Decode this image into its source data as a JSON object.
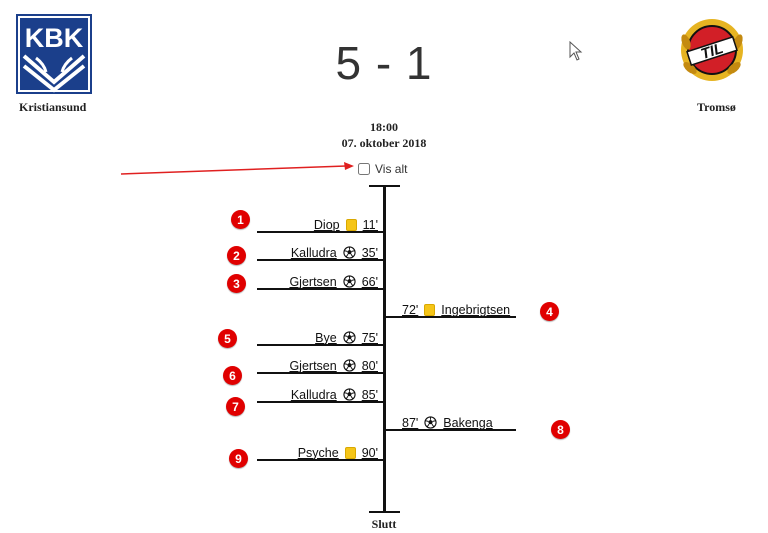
{
  "home": {
    "name": "Kristiansund",
    "logo_text": "KBK",
    "color": "#1b3f8b"
  },
  "away": {
    "name": "Tromsø",
    "logo_text": "TIL",
    "color": "#d21f27"
  },
  "score": "5 - 1",
  "kickoff_time": "18:00",
  "kickoff_date": "07. oktober 2018",
  "show_all_label": "Vis alt",
  "end_label": "Slutt",
  "events": [
    {
      "side": "home",
      "player": "Diop",
      "type": "yellow-card",
      "minute": "11'",
      "badge": "1"
    },
    {
      "side": "home",
      "player": "Kalludra",
      "type": "goal",
      "minute": "35'",
      "badge": "2"
    },
    {
      "side": "home",
      "player": "Gjertsen",
      "type": "goal",
      "minute": "66'",
      "badge": "3"
    },
    {
      "side": "away",
      "player": "Ingebrigtsen",
      "type": "yellow-card",
      "minute": "72'",
      "badge": "4"
    },
    {
      "side": "home",
      "player": "Bye",
      "type": "goal",
      "minute": "75'",
      "badge": "5"
    },
    {
      "side": "home",
      "player": "Gjertsen",
      "type": "goal",
      "minute": "80'",
      "badge": "6"
    },
    {
      "side": "home",
      "player": "Kalludra",
      "type": "goal",
      "minute": "85'",
      "badge": "7"
    },
    {
      "side": "away",
      "player": "Bakenga",
      "type": "goal",
      "minute": "87'",
      "badge": "8"
    },
    {
      "side": "home",
      "player": "Psyche",
      "type": "yellow-card",
      "minute": "90'",
      "badge": "9"
    }
  ]
}
